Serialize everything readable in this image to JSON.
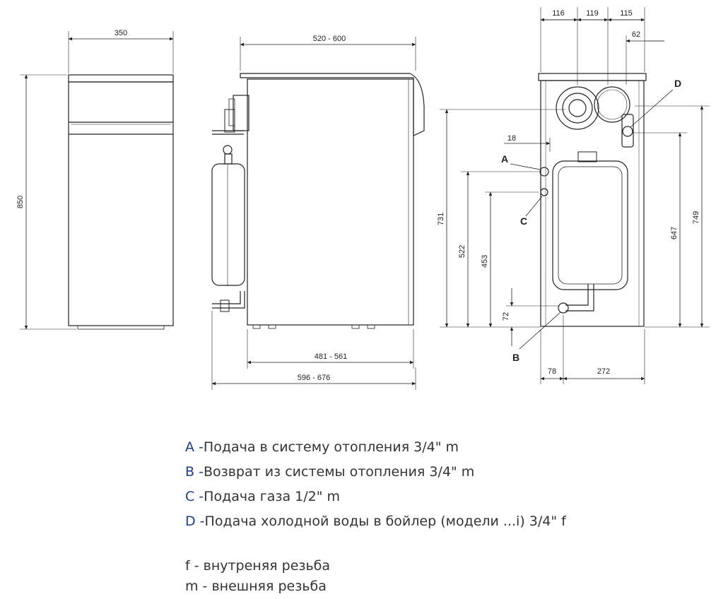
{
  "dimensions": {
    "front_width": "350",
    "front_height": "850",
    "side_depth_top": "520 - 600",
    "side_depth_inner": "481 - 561",
    "side_depth_total": "596 - 676",
    "rear_top_1": "116",
    "rear_top_2": "119",
    "rear_top_3": "115",
    "rear_top_4": "62",
    "rear_offset": "18",
    "rear_h_731": "731",
    "rear_h_522": "522",
    "rear_h_453": "453",
    "rear_h_72": "72",
    "rear_h_647": "647",
    "rear_h_749": "749",
    "rear_bottom_78": "78",
    "rear_bottom_272": "272"
  },
  "connections": {
    "a_label": "A",
    "b_label": "B",
    "c_label": "C",
    "d_label": "D"
  },
  "legend": [
    {
      "key": "A -",
      "text": "Подача в систему отопления 3/4\" m"
    },
    {
      "key": "B -",
      "text": "Возврат из системы отопления 3/4\" m"
    },
    {
      "key": "C -",
      "text": "Подача газа 1/2\" m"
    },
    {
      "key": "D -",
      "text": "Подача холодной воды в бойлер (модели ...i) 3/4\" f"
    }
  ],
  "notes": [
    "f - внутреняя резьба",
    "m - внешняя резьба"
  ],
  "colors": {
    "line": "#222222",
    "legend_key": "#1d3f86",
    "legend_text": "#333333"
  }
}
